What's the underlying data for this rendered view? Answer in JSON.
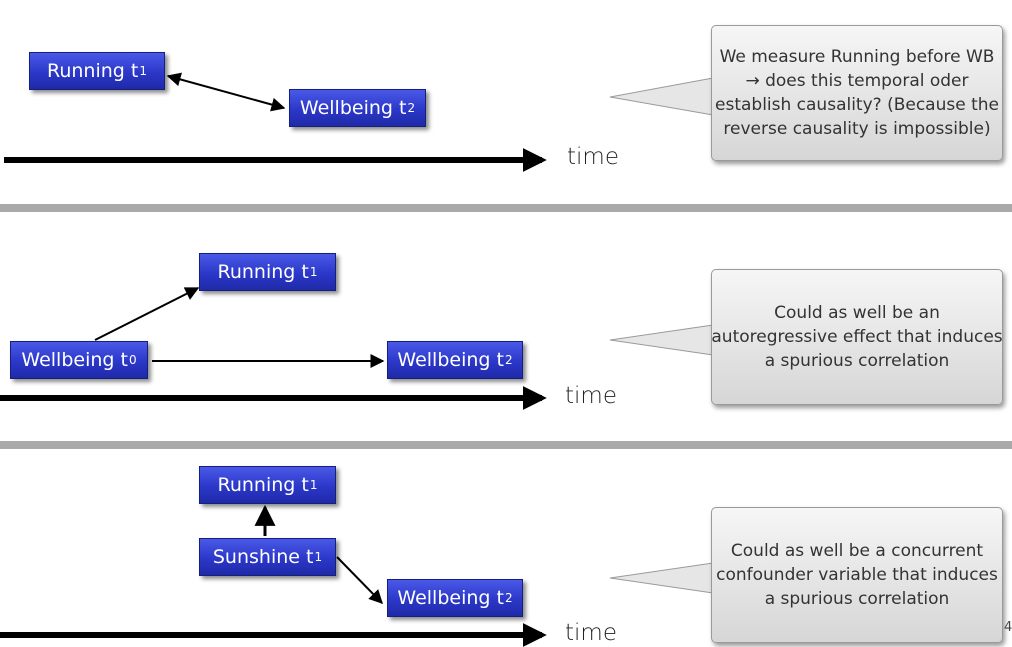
{
  "panels": [
    {
      "nodes": {
        "running_t1": {
          "base": "Running t",
          "sub": "1"
        },
        "wellbeing_t2": {
          "base": "Wellbeing t",
          "sub": "2"
        }
      },
      "axis_label": "time",
      "callout_lines": [
        "We measure Running before WB",
        "→ does this temporal oder",
        "establish causality? (Because the",
        "reverse causality is impossible)"
      ]
    },
    {
      "nodes": {
        "running_t1": {
          "base": "Running t",
          "sub": "1"
        },
        "wellbeing_t0": {
          "base": "Wellbeing t",
          "sub": "0"
        },
        "wellbeing_t2": {
          "base": "Wellbeing t",
          "sub": "2"
        }
      },
      "axis_label": "time",
      "callout_lines": [
        "Could as well be an",
        "autoregressive effect that induces",
        "a spurious correlation"
      ]
    },
    {
      "nodes": {
        "running_t1": {
          "base": "Running t",
          "sub": "1"
        },
        "sunshine_t1": {
          "base": "Sunshine t",
          "sub": "1"
        },
        "wellbeing_t2": {
          "base": "Wellbeing t",
          "sub": "2"
        }
      },
      "axis_label": "time",
      "callout_lines": [
        "Could as well be a concurrent",
        "confounder variable that induces",
        "a spurious correlation"
      ]
    }
  ],
  "page_number": "4"
}
